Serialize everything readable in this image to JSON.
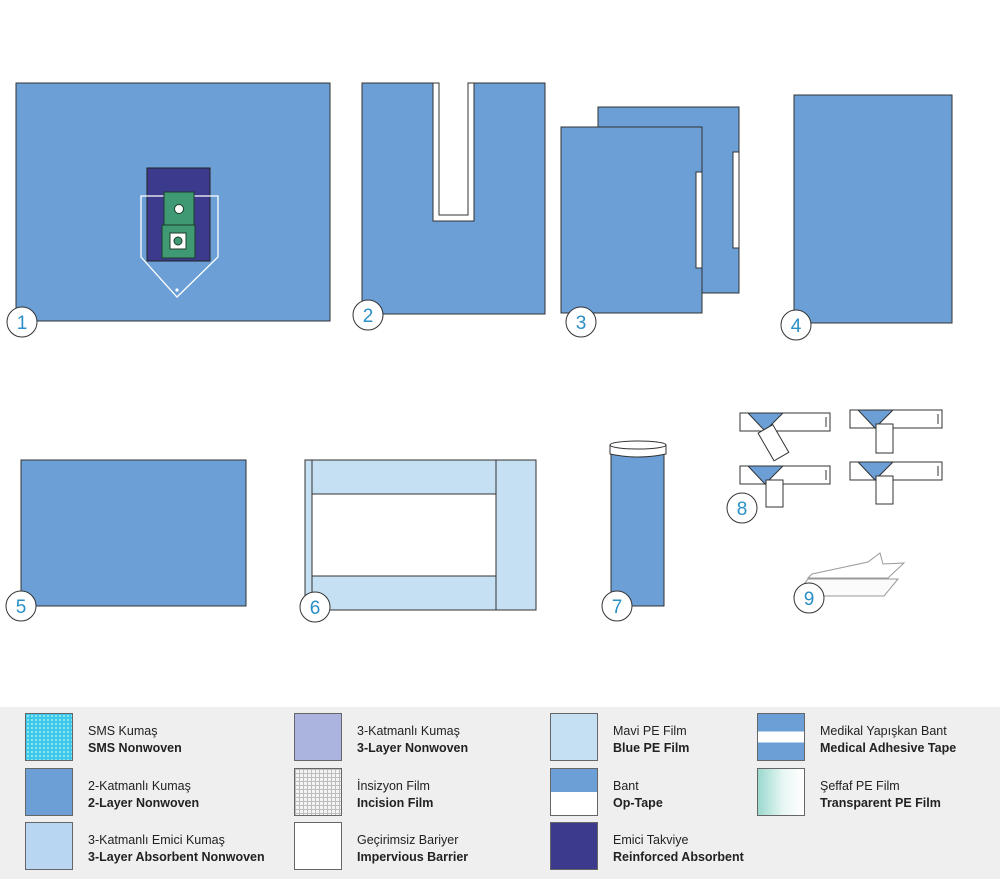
{
  "diagram": {
    "item_numbers": [
      "1",
      "2",
      "3",
      "4",
      "5",
      "6",
      "7",
      "8",
      "9"
    ]
  },
  "legend": [
    {
      "tr": "SMS Kumaş",
      "en": "SMS Nonwoven"
    },
    {
      "tr": "2-Katmanlı Kumaş",
      "en": "2-Layer Nonwoven"
    },
    {
      "tr": "3-Katmanlı Emici Kumaş",
      "en": "3-Layer Absorbent Nonwoven"
    },
    {
      "tr": "3-Katmanlı Kumaş",
      "en": "3-Layer Nonwoven"
    },
    {
      "tr": "İnsizyon Film",
      "en": "Incision Film"
    },
    {
      "tr": "Geçirimsiz Bariyer",
      "en": "Impervious Barrier"
    },
    {
      "tr": "Mavi PE Film",
      "en": "Blue PE Film"
    },
    {
      "tr": "Bant",
      "en": "Op-Tape"
    },
    {
      "tr": "Emici Takviye",
      "en": "Reinforced Absorbent"
    },
    {
      "tr": "Medikal Yapışkan Bant",
      "en": "Medical Adhesive Tape"
    },
    {
      "tr": "Şeffaf PE Film",
      "en": "Transparent PE Film"
    }
  ],
  "colors": {
    "two_layer_nonwoven": "#6b9fd6",
    "blue_pe_film": "#c5dff3",
    "reinforced_absorbent": "#3b3a8c",
    "sms_nonwoven": "#3cc8ea",
    "three_layer_absorbent": "#b8d6f1",
    "three_layer_nonwoven": "#aab4de",
    "green_panel": "#3f9a73",
    "number_accent": "#2a8fc7"
  }
}
